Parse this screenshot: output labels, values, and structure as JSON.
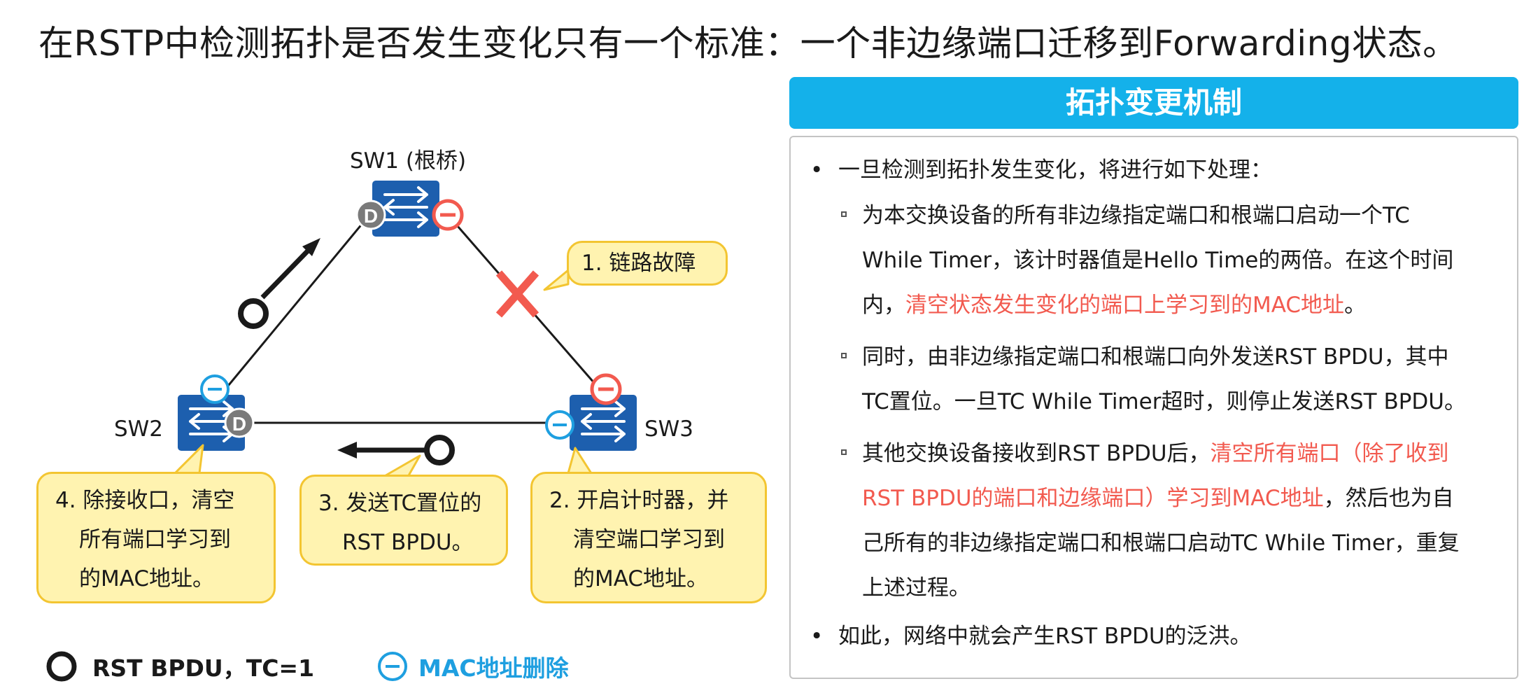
{
  "title": "在RSTP中检测拓扑是否发生变化只有一个标准：一个非边缘端口迁移到Forwarding状态。",
  "diagram": {
    "sw1_label": "SW1 (根桥)",
    "sw2_label": "SW2",
    "sw3_label": "SW3",
    "port_d_label": "D",
    "callouts": {
      "c1": "1. 链路故障",
      "c2": [
        "2. 开启计时器，并",
        "清空端口学习到",
        "的MAC地址。"
      ],
      "c3": [
        "3. 发送TC置位的",
        "RST BPDU。"
      ],
      "c4": [
        "4. 除接收口，清空",
        "所有端口学习到",
        "的MAC地址。"
      ]
    },
    "colors": {
      "switch": "#1d5fae",
      "designated_port": "#7a7a7a",
      "mac_delete": "#1e9fe0",
      "failure": "#f25a4f",
      "callout_fill": "#fff3b0",
      "callout_border": "#f3c531"
    }
  },
  "legend": {
    "bpdu": "RST BPDU，TC=1",
    "mac_delete": "MAC地址删除"
  },
  "panel": {
    "header": "拓扑变更机制",
    "b1": "一旦检测到拓扑发生变化，将进行如下处理：",
    "s1": {
      "l1": "为本交换设备的所有非边缘指定端口和根端口启动一个TC",
      "l2": "While Timer，该计时器值是Hello Time的两倍。在这个时间",
      "l3a": "内，",
      "l3b": "清空状态发生变化的端口上学习到的MAC地址",
      "l3c": "。"
    },
    "s2": {
      "l1": "同时，由非边缘指定端口和根端口向外发送RST BPDU，其中",
      "l2": "TC置位。一旦TC While Timer超时，则停止发送RST BPDU。"
    },
    "s3": {
      "l1a": "其他交换设备接收到RST BPDU后，",
      "l1b": "清空所有端口（除了收到",
      "l2a": "RST BPDU的端口和边缘端口）学习到MAC地址",
      "l2b": "，然后也为自",
      "l3": "己所有的非边缘指定端口和根端口启动TC While Timer，重复",
      "l4": "上述过程。"
    },
    "b2": "如此，网络中就会产生RST BPDU的泛洪。"
  }
}
